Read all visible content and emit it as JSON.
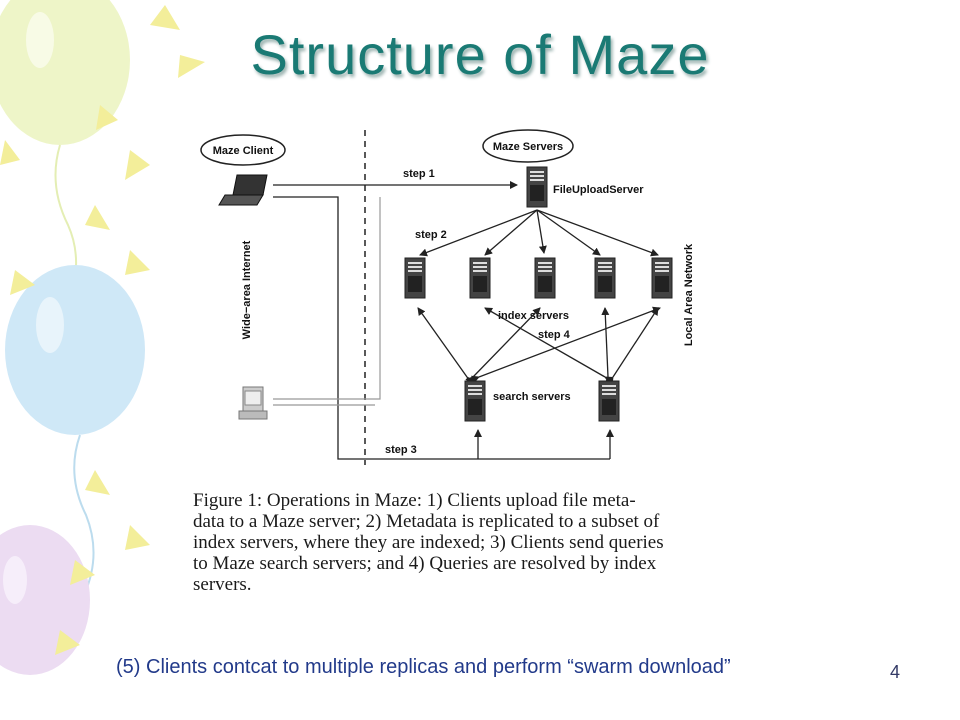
{
  "slide": {
    "title": "Structure of Maze",
    "note": "(5) Clients contcat to multiple replicas and perform “swarm download”",
    "page_number": "4"
  },
  "diagram": {
    "maze_client_label": "Maze Client",
    "maze_servers_label": "Maze Servers",
    "file_upload_server_label": "FileUploadServer",
    "index_servers_label": "index servers",
    "search_servers_label": "search servers",
    "wide_area_label": "Wide−area Internet",
    "lan_label": "Local Area Network",
    "step1": "step 1",
    "step2": "step 2",
    "step3": "step 3",
    "step4": "step 4"
  },
  "caption": {
    "line1": "Figure 1:  Operations in Maze:  1) Clients upload file meta-",
    "line2": "data to a Maze server; 2) Metadata is replicated to a subset of",
    "line3": "index servers, where they are indexed; 3) Clients send queries",
    "line4": "to Maze search servers; and 4) Queries are resolved by index",
    "line5": "servers."
  },
  "colors": {
    "title": "#1a7a74",
    "note": "#223a8a",
    "balloon_green": "#eef5c8",
    "balloon_blue": "#cfe8f7",
    "balloon_purple": "#ecdcf2",
    "confetti": "#f3ee9a"
  }
}
